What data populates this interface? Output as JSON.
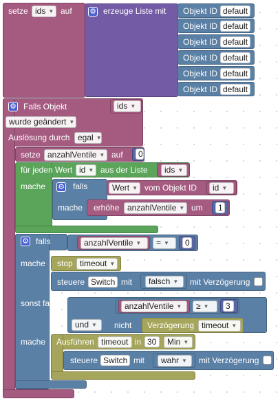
{
  "set_ids": {
    "label_set": "setze",
    "var": "ids",
    "label_to": "auf"
  },
  "create_list": {
    "label": "erzeuge Liste mit",
    "item_label": "Objekt ID",
    "item_value": "default",
    "count": 6
  },
  "trigger": {
    "label": "Falls Objekt",
    "var": "ids",
    "changed": "wurde geändert",
    "trigger_by_label": "Auslösung durch",
    "trigger_by": "egal"
  },
  "set_count": {
    "label_set": "setze",
    "var": "anzahlVentile",
    "label_to": "auf",
    "value": "0"
  },
  "foreach": {
    "label": "für jeden Wert",
    "var": "id",
    "label_from": "aus der Liste",
    "list": "ids"
  },
  "mache": "mache",
  "falls": "falls",
  "inner_if": {
    "value_label": "Wert",
    "from_label": "vom Objekt ID",
    "obj": "id"
  },
  "increment": {
    "label": "erhöhe",
    "var": "anzahlVentile",
    "by_label": "um",
    "value": "1"
  },
  "if2": {
    "var": "anzahlVentile",
    "op": "=",
    "value": "0"
  },
  "stop": {
    "label": "stop",
    "name": "timeout"
  },
  "control_false": {
    "label": "steuere",
    "device": "Switch",
    "with_label": "mit",
    "value": "falsch",
    "delay_label": "mit Verzögerung"
  },
  "else_if": {
    "label": "sonst falls",
    "var": "anzahlVentile",
    "op": "≥",
    "value": "3",
    "and_label": "und",
    "not_label": "nicht",
    "delay_label": "Verzögerung",
    "delay_name": "timeout"
  },
  "execute": {
    "label": "Ausführen",
    "name": "timeout",
    "in_label": "in",
    "value": "30",
    "unit": "Min"
  },
  "control_true": {
    "label": "steuere",
    "device": "Switch",
    "with_label": "mit",
    "value": "wahr",
    "delay_label": "mit Verzögerung"
  },
  "colors": {
    "variable": "#a55b80",
    "list": "#745ba5",
    "logic": "#5b80a5",
    "loop": "#5ba55b",
    "math": "#5b67a5",
    "system": "#a5a55b",
    "event": "#a55b80"
  },
  "icons": {
    "mutator": "gear-icon",
    "dropdown": "dropdown-arrow-icon"
  }
}
